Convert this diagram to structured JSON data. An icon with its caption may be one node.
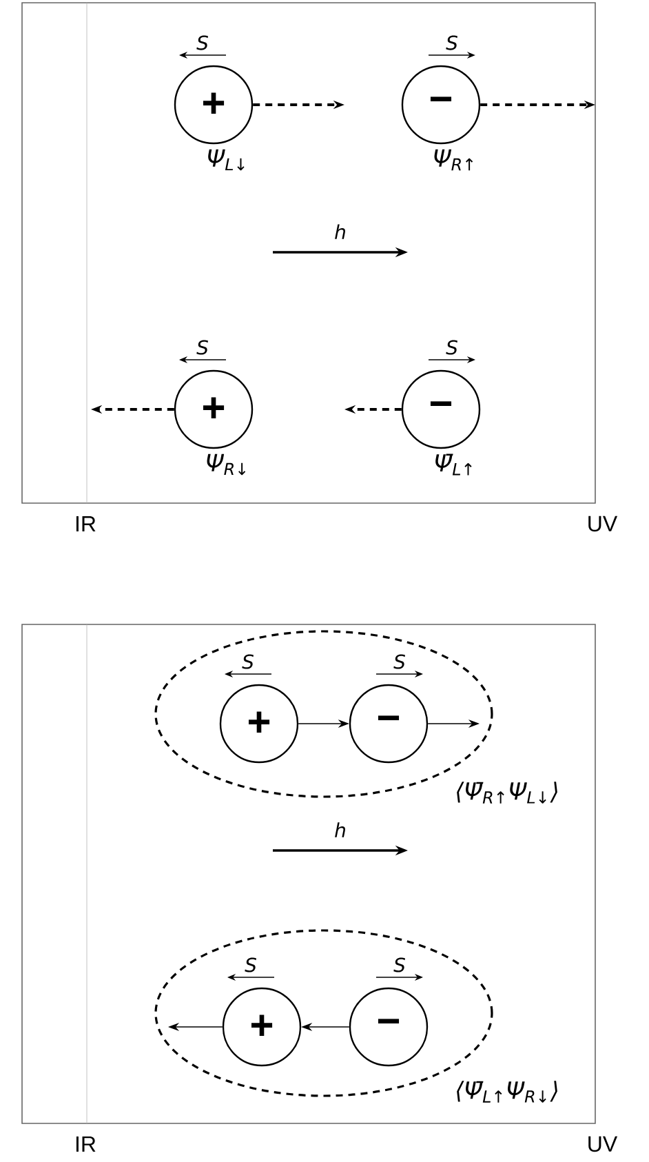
{
  "diagram": {
    "nodes": [
      {
        "text": [
          "+"
        ],
        "beside": [
          "S",
          "Ψ$_{L↓}$"
        ]
      },
      {
        "text": [
          "−"
        ],
        "beside": [
          "S",
          "Ψ$_{R↑}$"
        ]
      },
      {
        "text": [
          "+"
        ],
        "beside": [
          "S",
          "Ψ$_{R↓}$"
        ]
      },
      {
        "text": [
          "−"
        ],
        "beside": [
          "S",
          "Ψ̄$_{L↑}$"
        ]
      },
      {
        "text": [],
        "shape": "ellipse",
        "beside": [
          "⟨Ψ̄$_{R↑}$Ψ$_{L↓}$⟩"
        ]
      },
      {
        "text": [
          "+"
        ],
        "in": 4,
        "beside": [
          "S"
        ]
      },
      {
        "text": [
          "−"
        ],
        "in": 4,
        "beside": [
          "S"
        ]
      },
      {
        "text": [],
        "shape": "ellipse",
        "beside": [
          "⟨Ψ̄$_{L↑}$Ψ$_{R↓}$⟩"
        ]
      },
      {
        "text": [
          "+"
        ],
        "in": 7,
        "beside": [
          "S"
        ]
      },
      {
        "text": [
          "−"
        ],
        "in": 7,
        "beside": [
          "S"
        ]
      }
    ],
    "edges": [
      {
        "from": 0,
        "to": null,
        "arrow": "to",
        "style": "dashed"
      },
      {
        "from": 1,
        "to": null,
        "arrow": "to",
        "style": "dashed"
      },
      {
        "from": 2,
        "to": null,
        "arrow": "to",
        "style": "dashed"
      },
      {
        "from": 3,
        "to": null,
        "arrow": "to",
        "style": "dashed"
      },
      {
        "from": 5,
        "to": 6,
        "arrow": "to"
      },
      {
        "from": 6,
        "to": null,
        "arrow": "to"
      },
      {
        "from": 9,
        "to": 8,
        "arrow": "to"
      },
      {
        "from": 8,
        "to": null,
        "arrow": "to"
      }
    ],
    "labels": [
      "h",
      "IR",
      "UV",
      "h",
      "IR",
      "UV"
    ]
  }
}
